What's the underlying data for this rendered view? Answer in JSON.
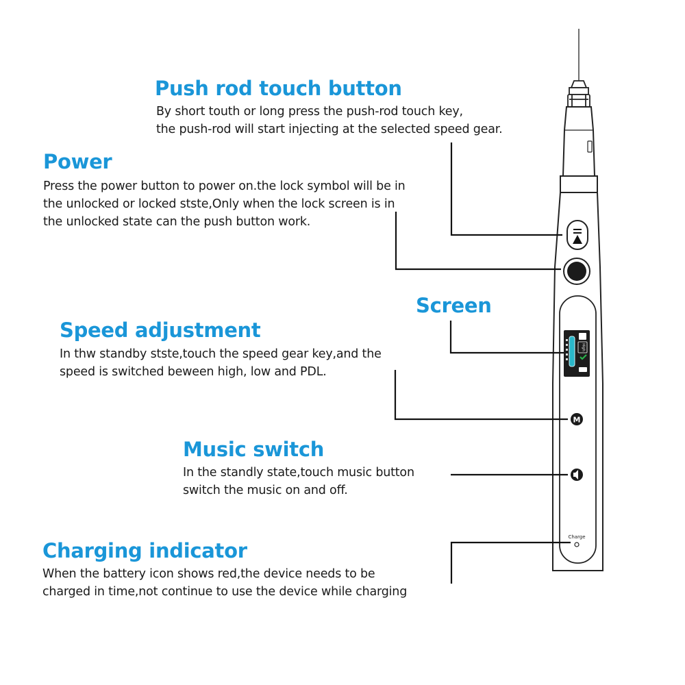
{
  "sections": [
    {
      "id": "push-rod",
      "title": "Push rod touch button",
      "lines": [
        "By short touth or long press the push-rod touch key,",
        "the push-rod will start injecting at the selected speed gear."
      ]
    },
    {
      "id": "power",
      "title": "Power",
      "lines": [
        "Press the power button to power on.the lock symbol will be in",
        "the unlocked or locked stste,Only when the lock screen is in",
        "the unlocked state can the push button work."
      ]
    },
    {
      "id": "screen",
      "title": "Screen",
      "lines": []
    },
    {
      "id": "speed",
      "title": "Speed adjustment",
      "lines": [
        "In thw standby stste,touch the speed gear key,and the",
        "speed is switched beween high, low and PDL."
      ]
    },
    {
      "id": "music",
      "title": "Music switch",
      "lines": [
        "In the standly state,touch music button",
        "switch the music on and off."
      ]
    },
    {
      "id": "charging",
      "title": "Charging indicator",
      "lines": [
        "When the battery icon shows red,the device needs to be",
        "charged in time,not continue to use the device while charging"
      ]
    }
  ],
  "device": {
    "charge_label": "Charge",
    "screen_speed_text": "High"
  },
  "colors": {
    "title": "#1a96d8",
    "text": "#1a1a1a",
    "outline": "#222222",
    "screen_bar": "#2ab7c9",
    "screen_icon": "#2bb24c"
  }
}
